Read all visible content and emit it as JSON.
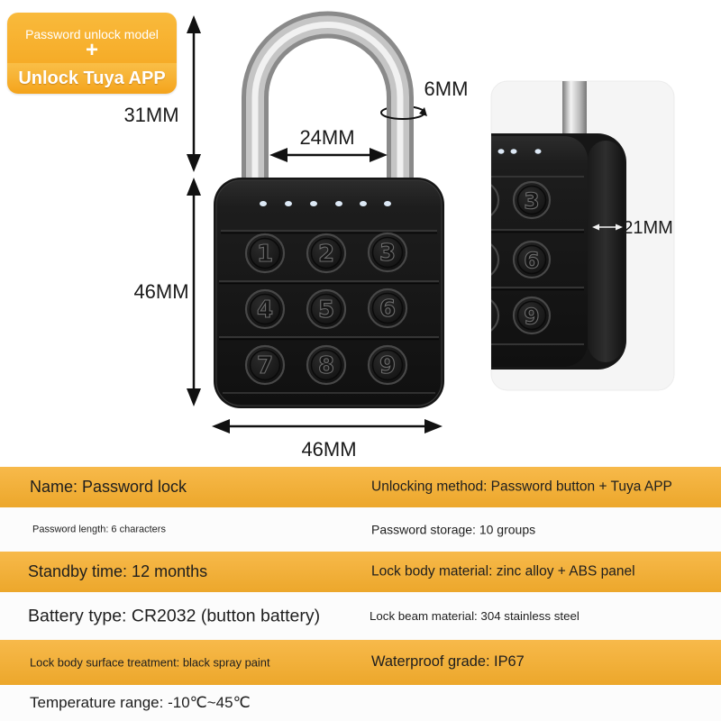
{
  "badge": {
    "line1": "Password unlock model",
    "plus": "+",
    "line2": "Unlock Tuya APP"
  },
  "dimensions": {
    "shackle_height": "31MM",
    "shackle_inner_width": "24MM",
    "shackle_diameter": "6MM",
    "body_height": "46MM",
    "body_width": "46MM",
    "body_thickness": "21MM"
  },
  "lock": {
    "keys": [
      "1",
      "2",
      "3",
      "4",
      "5",
      "6",
      "7",
      "8",
      "9"
    ],
    "side_view_keys": [
      "3",
      "6",
      "9"
    ]
  },
  "specs": [
    {
      "left": "Name: Password lock",
      "right": "Unlocking method: Password button + Tuya APP"
    },
    {
      "left": "Password length: 6 characters",
      "right": "Password storage: 10 groups"
    },
    {
      "left": "Standby time: 12 months",
      "right": "Lock body material: zinc alloy + ABS panel"
    },
    {
      "left": "Battery type: CR2032 (button battery)",
      "right": "Lock beam material: 304 stainless steel"
    },
    {
      "left": "Lock body surface treatment: black spray paint",
      "right": "Waterproof grade: IP67"
    },
    {
      "left": "Temperature range: -10℃~45℃"
    }
  ],
  "colors": {
    "accent": "#F6AE2D",
    "lock_body": "#161616",
    "text": "#1E1E1E"
  }
}
